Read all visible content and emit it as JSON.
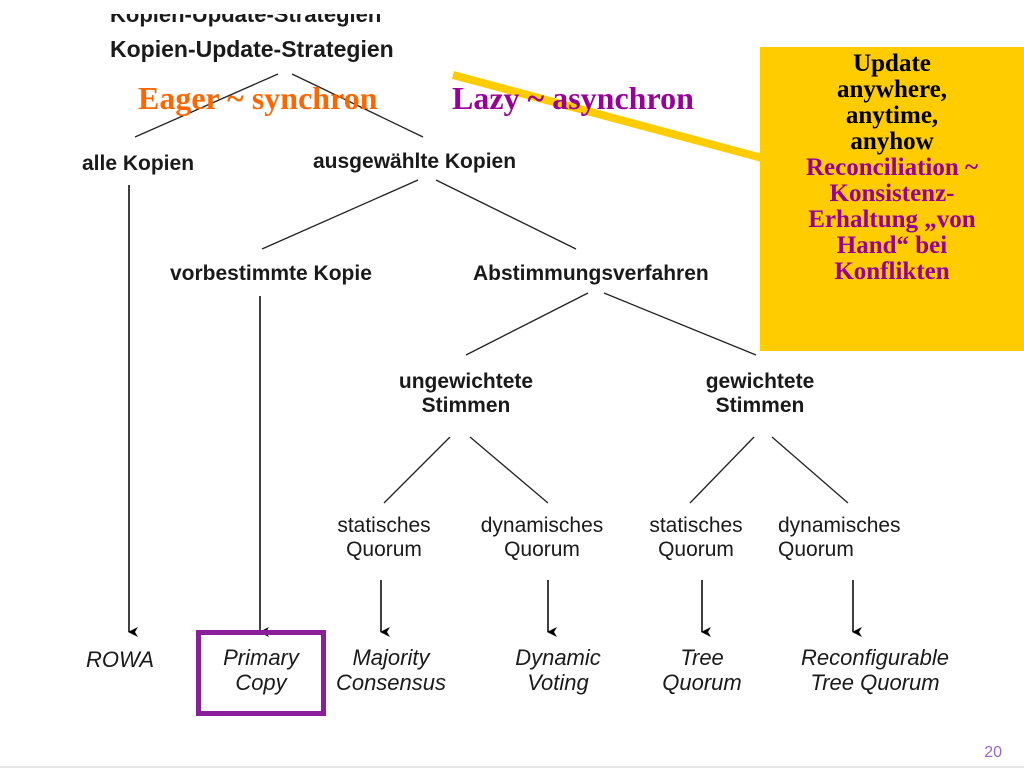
{
  "title_cut": "Kopien-Update-Strategien",
  "title": "Kopien-Update-Strategien",
  "eager": "Eager ~ synchron",
  "lazy": "Lazy ~ asynchron",
  "nodes": {
    "alle": "alle Kopien",
    "ausgewaehlt": "ausgewählte Kopien",
    "vorbestimmt": "vorbestimmte Kopie",
    "abstimmung": "Abstimmungsverfahren",
    "ungew_1": "ungewichtete",
    "ungew_2": "Stimmen",
    "gew_1": "gewichtete",
    "gew_2": "Stimmen",
    "statisch1_1": "statisches",
    "statisch1_2": "Quorum",
    "dyn1_1": "dynamisches",
    "dyn1_2": "Quorum",
    "statisch2_1": "statisches",
    "statisch2_2": "Quorum",
    "dyn2_1": "dynamisches",
    "dyn2_2": "Quorum"
  },
  "leaves": {
    "rowa": "ROWA",
    "primary_1": "Primary",
    "primary_2": "Copy",
    "majority_1": "Majority",
    "majority_2": "Consensus",
    "dynamic_1": "Dynamic",
    "dynamic_2": "Voting",
    "tree_1": "Tree",
    "tree_2": "Quorum",
    "reconf_1": "Reconfigurable",
    "reconf_2": "Tree Quorum"
  },
  "callout": {
    "line1": "Update",
    "line2": "anywhere,",
    "line3": "anytime,",
    "line4": "anyhow",
    "line5": "Reconciliation ~",
    "line6": "Konsistenz-",
    "line7": "Erhaltung „von",
    "line8": "Hand“ bei",
    "line9": "Konflikten"
  },
  "page_number": "20",
  "colors": {
    "eager": "#ff6600",
    "lazy": "#990099",
    "callout_bg": "#ffcc00",
    "callout_pointer": "#ffcc00",
    "highlight_box": "#8b1f9b",
    "page_number": "#9966cc"
  }
}
